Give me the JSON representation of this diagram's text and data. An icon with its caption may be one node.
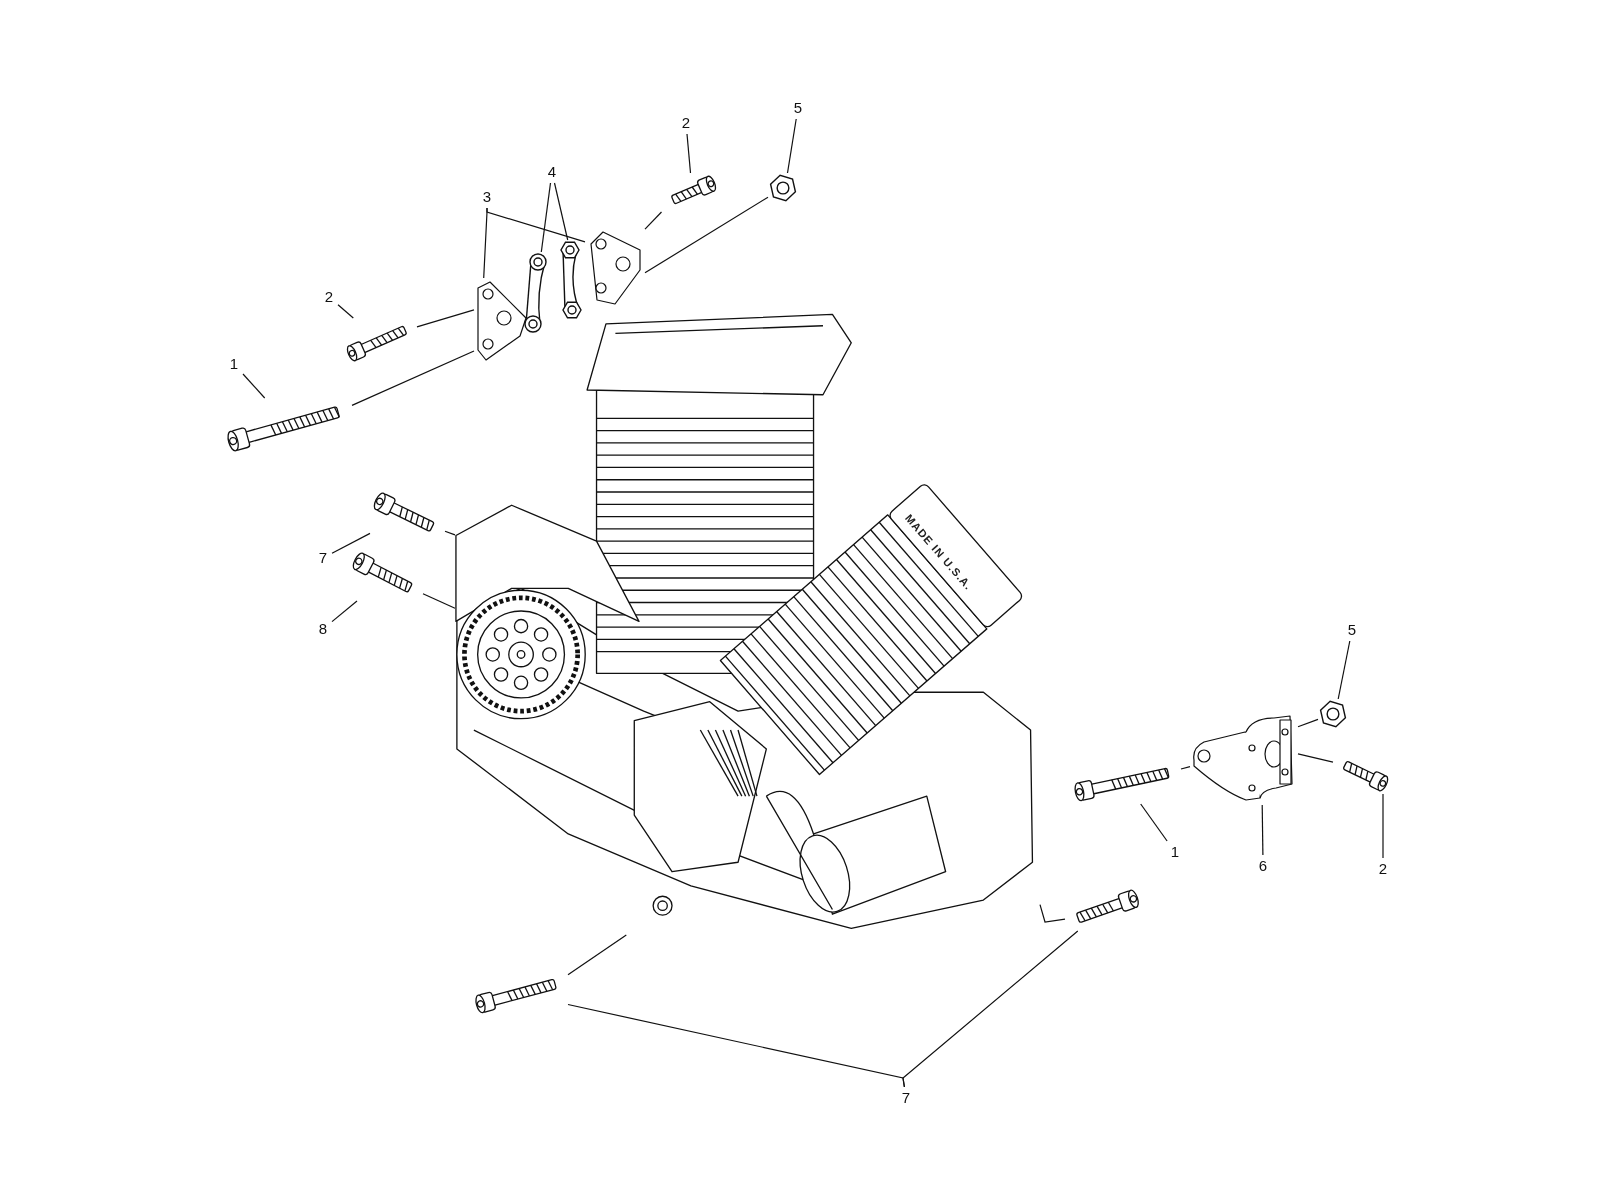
{
  "diagram": {
    "nodes": [
      {
        "text": [
          "1"
        ]
      },
      {
        "text": [],
        "shape": "picture"
      },
      {
        "text": [
          "2"
        ]
      },
      {
        "text": [],
        "shape": "picture"
      },
      {
        "text": [
          "3"
        ]
      },
      {
        "text": [],
        "shape": "picture"
      },
      {
        "text": [],
        "shape": "picture"
      },
      {
        "text": [
          "4"
        ]
      },
      {
        "text": [],
        "shape": "picture"
      },
      {
        "text": [],
        "shape": "picture"
      },
      {
        "text": [
          "2"
        ]
      },
      {
        "text": [],
        "shape": "picture"
      },
      {
        "text": [
          "5"
        ]
      },
      {
        "text": [],
        "shape": "picture"
      },
      {
        "text": [
          "7"
        ]
      },
      {
        "text": [],
        "shape": "picture"
      },
      {
        "text": [
          "8"
        ]
      },
      {
        "text": [],
        "shape": "picture"
      },
      {
        "text": [],
        "shape": "picture"
      },
      {
        "text": [
          "5"
        ]
      },
      {
        "text": [],
        "shape": "picture"
      },
      {
        "text": [],
        "shape": "picture"
      },
      {
        "text": [
          "1"
        ]
      },
      {
        "text": [],
        "shape": "picture"
      },
      {
        "text": [
          "6"
        ]
      },
      {
        "text": [],
        "shape": "picture"
      },
      {
        "text": [
          "2"
        ]
      },
      {
        "text": [],
        "shape": "picture"
      },
      {
        "text": [],
        "shape": "picture"
      },
      {
        "text": [
          "7"
        ]
      }
    ],
    "edges": [
      {
        "from": 0,
        "to": 1,
        "arrow": "none"
      },
      {
        "from": 2,
        "to": 3,
        "arrow": "none"
      },
      {
        "from": 4,
        "to": 5,
        "arrow": "none"
      },
      {
        "from": 4,
        "to": 6,
        "arrow": "none"
      },
      {
        "from": 7,
        "to": 8,
        "arrow": "none"
      },
      {
        "from": 7,
        "to": 9,
        "arrow": "none"
      },
      {
        "from": 10,
        "to": 11,
        "arrow": "none"
      },
      {
        "from": 12,
        "to": 13,
        "arrow": "none"
      },
      {
        "from": 14,
        "to": 15,
        "arrow": "none"
      },
      {
        "from": 16,
        "to": 17,
        "arrow": "none"
      },
      {
        "from": 19,
        "to": 20,
        "arrow": "none"
      },
      {
        "from": 22,
        "to": 21,
        "arrow": "none"
      },
      {
        "from": 24,
        "to": 23,
        "arrow": "none"
      },
      {
        "from": 26,
        "to": 25,
        "arrow": "none"
      },
      {
        "from": 29,
        "to": 27,
        "arrow": "none"
      },
      {
        "from": 29,
        "to": 28,
        "arrow": "none"
      },
      {
        "from": 3,
        "to": 5,
        "arrow": "none"
      },
      {
        "from": 1,
        "to": 5,
        "arrow": "none"
      },
      {
        "from": 6,
        "to": 11,
        "arrow": "none"
      },
      {
        "from": 6,
        "to": 13,
        "arrow": "none"
      },
      {
        "from": 15,
        "to": 18,
        "arrow": "none"
      },
      {
        "from": 17,
        "to": 18,
        "arrow": "none"
      },
      {
        "from": 27,
        "to": 18,
        "arrow": "none"
      },
      {
        "from": 28,
        "to": 18,
        "arrow": "none"
      },
      {
        "from": 21,
        "to": 23,
        "arrow": "none"
      },
      {
        "from": 23,
        "to": 20,
        "arrow": "none"
      },
      {
        "from": 23,
        "to": 25,
        "arrow": "none"
      }
    ],
    "labels": [
      "MADE IN U.S.A."
    ]
  }
}
